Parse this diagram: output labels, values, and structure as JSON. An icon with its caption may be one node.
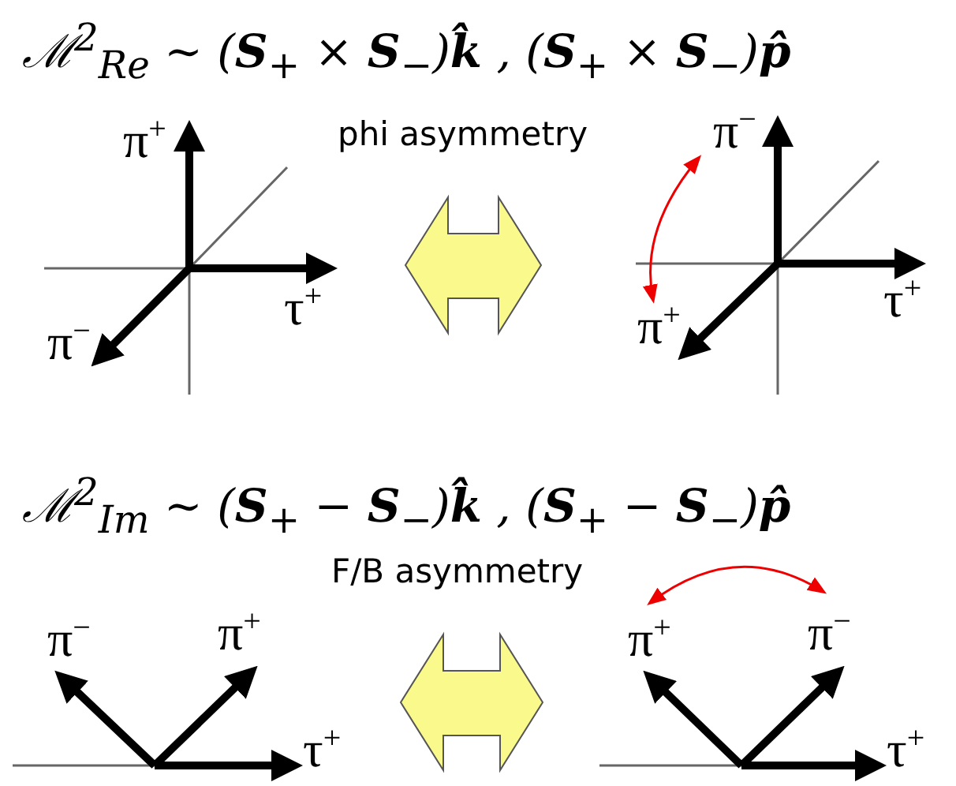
{
  "diagram": {
    "labels": [
      "ℳ$^{2}$$_{Re}$  ~  (**S**$_{+}$ × **S**$_{−}$)**k̂**  ,  (**S**$_{+}$ × **S**$_{−}$)**p̂**",
      "π$^{+}$",
      "phi  asymmetry",
      "π$^{−}$",
      "τ$^{+}$",
      "π$^{−}$",
      "π$^{+}$",
      "τ$^{+}$",
      "ℳ$^{2}$$_{Im}$  ~  (**S**$_{+}$ − **S**$_{−}$)**k̂**  ,  (**S**$_{+}$ − **S**$_{−}$)**p̂**",
      "F/B asymmetry",
      "π$^{−}$",
      "π$^{+}$",
      "π$^{+}$",
      "π$^{−}$",
      "τ$^{+}$",
      "τ$^{+}$"
    ]
  }
}
